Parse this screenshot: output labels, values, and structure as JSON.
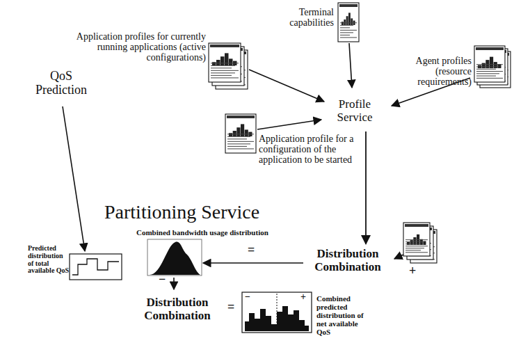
{
  "diagram": {
    "nodes": [
      {
        "text": [
          "QoS Prediction"
        ]
      },
      {
        "text": [
          "Profile Service"
        ]
      },
      {
        "text": [
          "Partitioning Service"
        ]
      },
      {
        "text": [
          "Distribution Combination"
        ],
        "in": 2
      },
      {
        "text": [
          "Distribution Combination"
        ],
        "in": 2
      }
    ],
    "edges": [
      {
        "from": 1,
        "to": 3,
        "arrow": "to"
      }
    ],
    "labels": [
      "Terminal capabilities",
      "Application profiles for currently running applications (active configurations)",
      "Agent profiles (resource requirements)",
      "Application profile for a configuration of the application to be started",
      "Predicted distribution of total available QoS",
      "Combined bandwidth usage distribution",
      "=",
      "+",
      "−",
      "=",
      "−",
      "+",
      "Combined predicted distribution of net available QoS"
    ]
  }
}
